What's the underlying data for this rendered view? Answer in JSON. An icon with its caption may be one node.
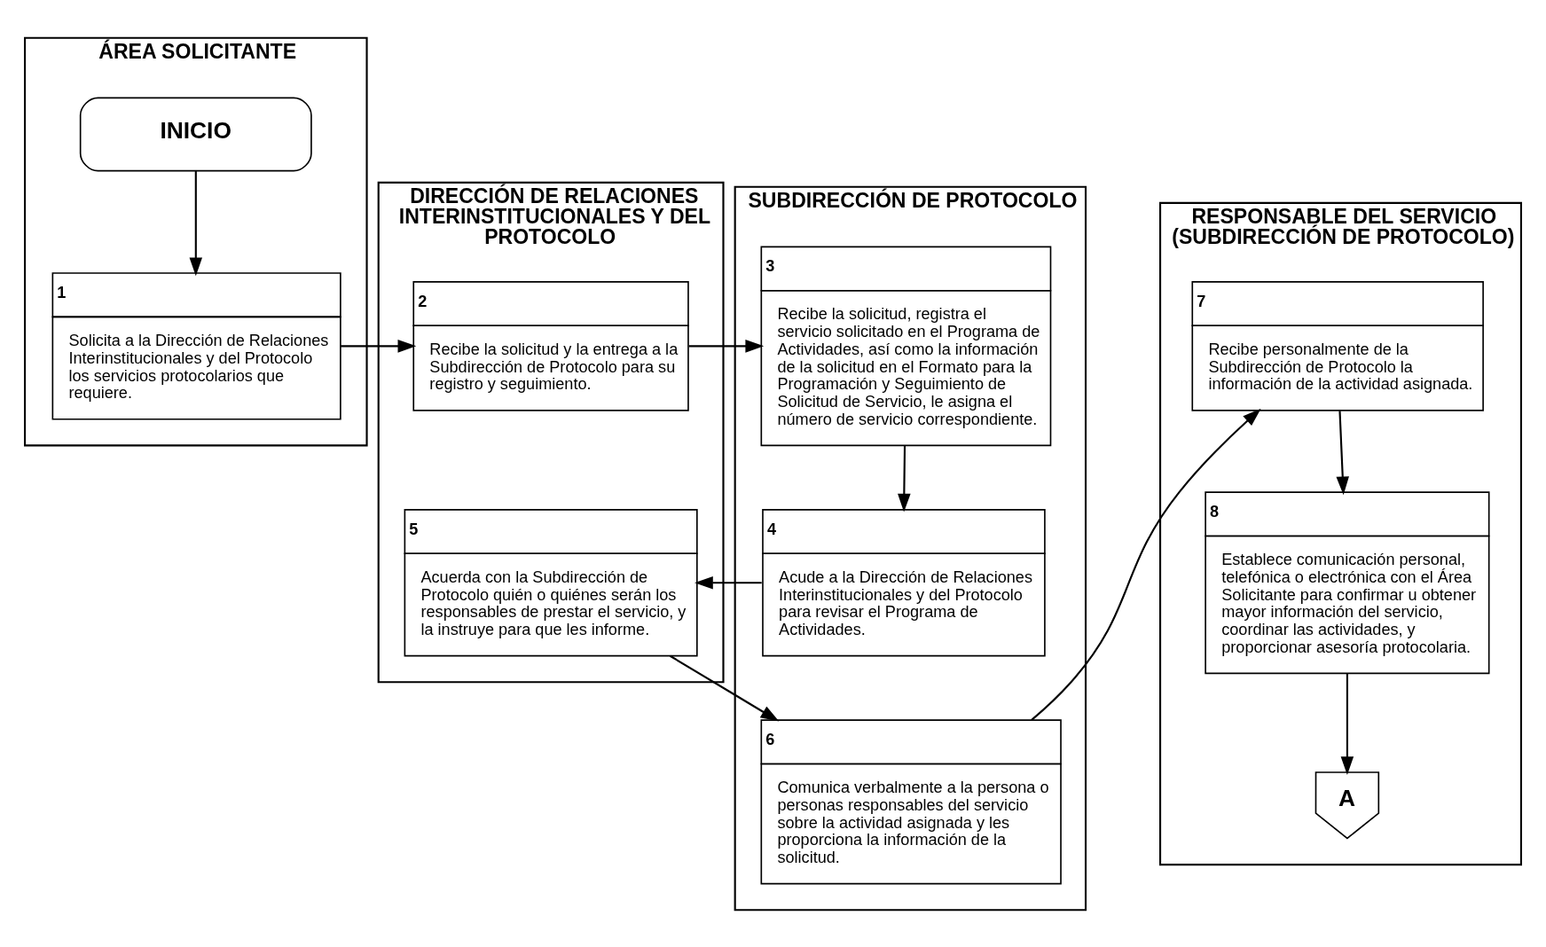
{
  "diagram": {
    "nodes": [
      {
        "text": [
          "ÁREA SOLICITANTE"
        ]
      },
      {
        "text": [
          "DIRECCIÓN DE RELACIONES INTERINSTITUCIONALES Y DEL PROTOCOLO"
        ]
      },
      {
        "text": [
          "SUBDIRECCIÓN DE PROTOCOLO"
        ]
      },
      {
        "text": [
          "RESPONSABLE DEL SERVICIO (SUBDIRECCIÓN DE PROTOCOLO)"
        ]
      },
      {
        "text": [
          "INICIO"
        ],
        "in": 0
      },
      {
        "text": [
          "1",
          "Solicita a la Dirección de Relaciones Interinstitucionales y del Protocolo los servicios protocolarios que requiere."
        ],
        "in": 0
      },
      {
        "text": [
          "2",
          "Recibe la solicitud y la entrega a la Subdirección de Protocolo para su registro y seguimiento."
        ],
        "in": 1
      },
      {
        "text": [
          "5",
          "Acuerda con la Subdirección de Protocolo quién o quiénes serán los responsables de prestar el servicio, y la instruye para que les informe."
        ],
        "in": 1
      },
      {
        "text": [
          "3",
          "Recibe la solicitud, registra el servicio solicitado en el Programa de Actividades, así como la información de la solicitud en el Formato para la Programación y Seguimiento de Solicitud de Servicio, le asigna el número de servicio correspondiente."
        ],
        "in": 2
      },
      {
        "text": [
          "4",
          "Acude a la Dirección de Relaciones Interinstitucionales y del Protocolo para revisar el Programa de Actividades."
        ],
        "in": 2
      },
      {
        "text": [
          "6",
          "Comunica verbalmente a la persona o personas responsables del servicio sobre la actividad asignada y les proporciona la información de la solicitud."
        ],
        "in": 2
      },
      {
        "text": [
          "7",
          "Recibe personalmente de la Subdirección de Protocolo la información de la actividad asignada."
        ],
        "in": 3
      },
      {
        "text": [
          "8",
          "Establece comunicación personal, telefónica o electrónica con el Área Solicitante para confirmar u obtener mayor información del servicio, coordinar las actividades, y proporcionar asesoría protocolaria."
        ],
        "in": 3
      },
      {
        "text": [
          "A"
        ],
        "in": 3
      }
    ],
    "edges": [
      {
        "from": 4,
        "to": 5,
        "arrow": "to"
      },
      {
        "from": 5,
        "to": 6,
        "arrow": "to"
      },
      {
        "from": 6,
        "to": 8,
        "arrow": "to"
      },
      {
        "from": 8,
        "to": 9,
        "arrow": "to"
      },
      {
        "from": 9,
        "to": 7,
        "arrow": "to"
      },
      {
        "from": 7,
        "to": 10,
        "arrow": "to"
      },
      {
        "from": 10,
        "to": 11,
        "arrow": "to"
      },
      {
        "from": 11,
        "to": 12,
        "arrow": "to"
      },
      {
        "from": 12,
        "to": 13,
        "arrow": "to"
      }
    ]
  }
}
